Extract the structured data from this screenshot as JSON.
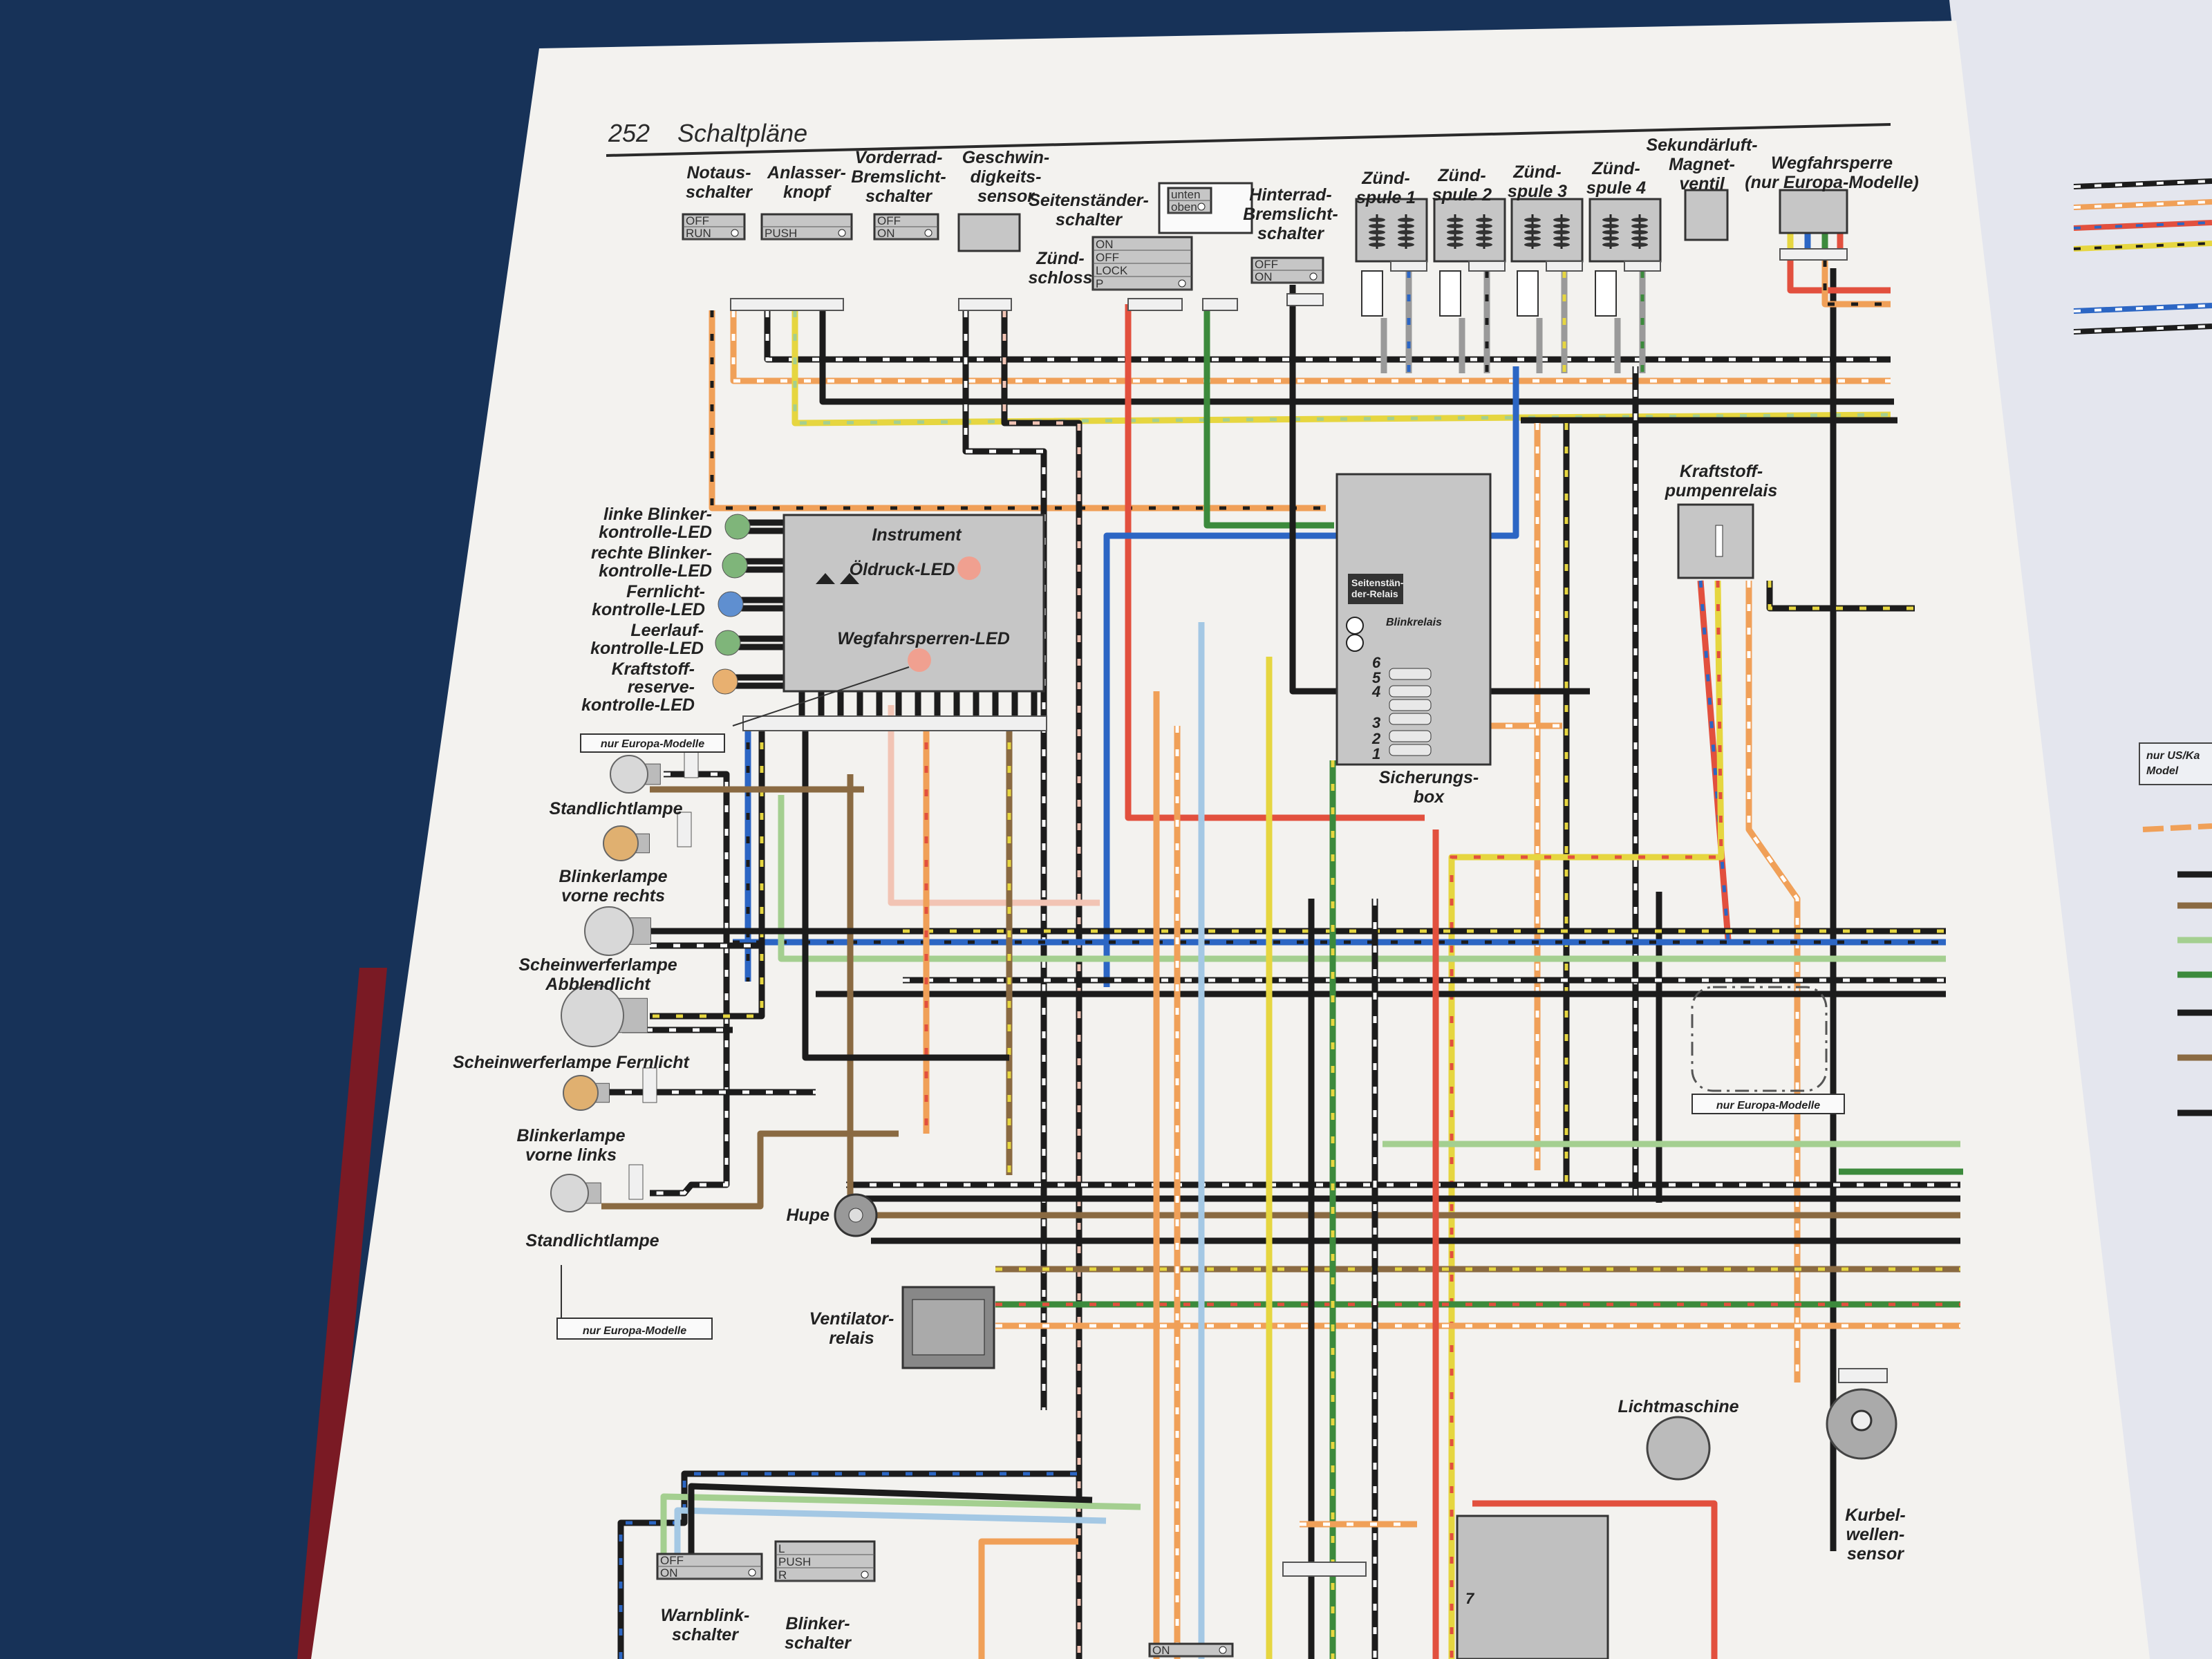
{
  "page": {
    "number": "252",
    "title": "Schaltpläne"
  },
  "components": [
    {
      "id": "notaus",
      "lines": [
        "Notaus-",
        "schalter"
      ]
    },
    {
      "id": "anlasser",
      "lines": [
        "Anlasser-",
        "knopf"
      ]
    },
    {
      "id": "vorderrad",
      "lines": [
        "Vorderrad-",
        "Bremslicht-",
        "schalter"
      ]
    },
    {
      "id": "geschw",
      "lines": [
        "Geschwin-",
        "digkeits-",
        "sensor"
      ]
    },
    {
      "id": "seitenst",
      "lines": [
        "Seitenständer-",
        "schalter"
      ]
    },
    {
      "id": "zuendschloss",
      "lines": [
        "Zünd-",
        "schloss"
      ]
    },
    {
      "id": "hinterrad",
      "lines": [
        "Hinterrad-",
        "Bremslicht-",
        "schalter"
      ]
    },
    {
      "id": "spule1",
      "lines": [
        "Zünd-",
        "spule 1"
      ]
    },
    {
      "id": "spule2",
      "lines": [
        "Zünd-",
        "spule 2"
      ]
    },
    {
      "id": "spule3",
      "lines": [
        "Zünd-",
        "spule 3"
      ]
    },
    {
      "id": "spule4",
      "lines": [
        "Zünd-",
        "spule 4"
      ]
    },
    {
      "id": "sekundaer",
      "lines": [
        "Sekundärluft-",
        "Magnet-",
        "ventil"
      ]
    },
    {
      "id": "wegfahr",
      "lines": [
        "Wegfahrsperre",
        "(nur Europa-Modelle)"
      ]
    },
    {
      "id": "kraftstoffpumpe",
      "lines": [
        "Kraftstoff-",
        "pumpenrelais"
      ]
    },
    {
      "id": "instrument",
      "lines": [
        "Instrument"
      ]
    },
    {
      "id": "oeldruck",
      "lines": [
        "Öldruck-LED"
      ]
    },
    {
      "id": "wegfahr_led",
      "lines": [
        "Wegfahrsperren-LED"
      ]
    },
    {
      "id": "led_links",
      "lines": [
        "linke Blinker-",
        "kontrolle-LED"
      ]
    },
    {
      "id": "led_rechts",
      "lines": [
        "rechte Blinker-",
        "kontrolle-LED"
      ]
    },
    {
      "id": "led_fern",
      "lines": [
        "Fernlicht-",
        "kontrolle-LED"
      ]
    },
    {
      "id": "led_leer",
      "lines": [
        "Leerlauf-",
        "kontrolle-LED"
      ]
    },
    {
      "id": "led_kraft",
      "lines": [
        "Kraftstoff-",
        "reserve-",
        "kontrolle-LED"
      ]
    },
    {
      "id": "sicherung",
      "lines": [
        "Sicherungs-",
        "box"
      ]
    },
    {
      "id": "standlicht1",
      "lines": [
        "Standlichtlampe"
      ]
    },
    {
      "id": "blinker_r",
      "lines": [
        "Blinkerlampe",
        "vorne rechts"
      ]
    },
    {
      "id": "abblend",
      "lines": [
        "Scheinwerferlampe",
        "Abblendlicht"
      ]
    },
    {
      "id": "fernlicht",
      "lines": [
        "Scheinwerferlampe Fernlicht"
      ]
    },
    {
      "id": "blinker_l",
      "lines": [
        "Blinkerlampe",
        "vorne links"
      ]
    },
    {
      "id": "standlicht2",
      "lines": [
        "Standlichtlampe"
      ]
    },
    {
      "id": "hupe",
      "lines": [
        "Hupe"
      ]
    },
    {
      "id": "ventilator",
      "lines": [
        "Ventilator-",
        "relais"
      ]
    },
    {
      "id": "lichtmaschine",
      "lines": [
        "Lichtmaschine"
      ]
    },
    {
      "id": "kurbel",
      "lines": [
        "Kurbel-",
        "wellen-",
        "sensor"
      ]
    },
    {
      "id": "warnblink",
      "lines": [
        "Warnblink-",
        "schalter"
      ]
    },
    {
      "id": "blinkersch",
      "lines": [
        "Blinker-",
        "schalter"
      ]
    }
  ],
  "switches": [
    {
      "id": "notaus",
      "rows": [
        "OFF",
        "RUN"
      ]
    },
    {
      "id": "anlasser",
      "rows": [
        "",
        "PUSH"
      ]
    },
    {
      "id": "vorderrad",
      "rows": [
        "OFF",
        "ON"
      ]
    },
    {
      "id": "seitenst",
      "rows": [
        "unten",
        "oben"
      ]
    },
    {
      "id": "zuendschloss",
      "rows": [
        "ON",
        "OFF",
        "LOCK",
        "P"
      ]
    },
    {
      "id": "hinterrad",
      "rows": [
        "OFF",
        "ON"
      ]
    },
    {
      "id": "warnblink",
      "rows": [
        "OFF",
        "ON"
      ]
    },
    {
      "id": "blinkersch",
      "rows": [
        "L",
        "PUSH",
        "R"
      ]
    },
    {
      "id": "bottom",
      "rows": [
        "ON"
      ]
    }
  ],
  "fuse_box": {
    "fuse_numbers": [
      "1",
      "2",
      "3",
      "4",
      "5",
      "6"
    ],
    "relay_label": [
      "Seitenstän-",
      "der-Relais"
    ],
    "blink_relay": "Blinkrelais"
  },
  "notes": [
    "nur Europa-Modelle",
    "nur Europa-Modelle",
    "nur Europa-Modelle"
  ],
  "right_page_note": [
    "nur US/Ka",
    "Model"
  ],
  "misc": {
    "relay_number": "7"
  },
  "wire_colors": {
    "black": "#1c1c1c",
    "orange": "#f0a058",
    "red": "#e2503e",
    "green": "#3c8a3c",
    "light_green": "#a4cf90",
    "blue": "#2c66c4",
    "light_blue": "#a4c8e4",
    "yellow": "#e6d640",
    "brown": "#8a6a42",
    "pink": "#f2c4b4",
    "gray": "#9a9a9a"
  }
}
